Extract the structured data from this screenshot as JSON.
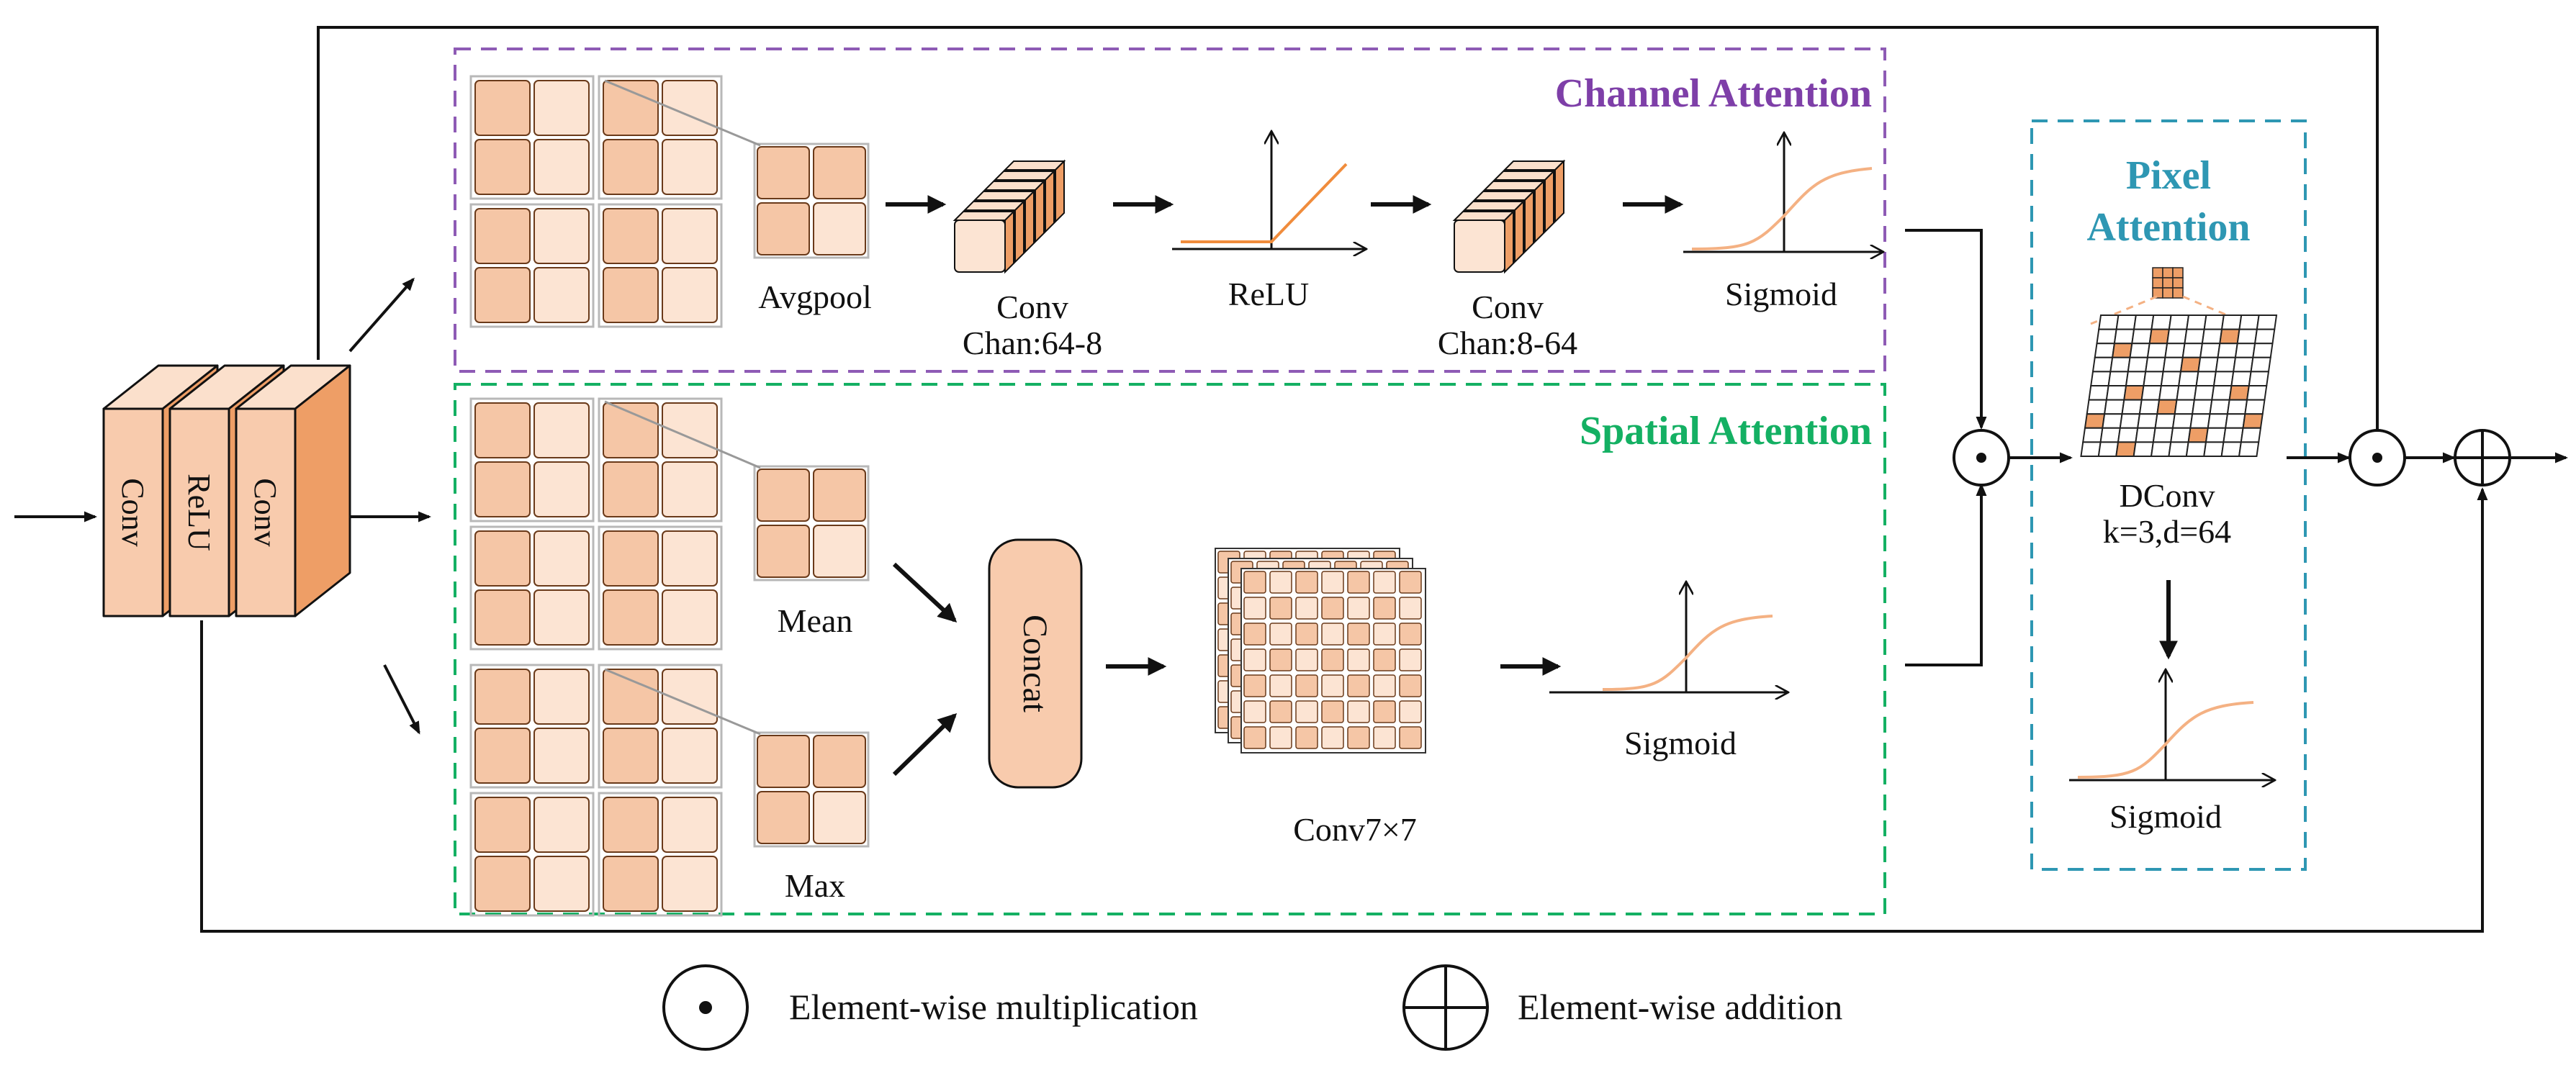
{
  "colors": {
    "cell_dark": "#F5C6A6",
    "cell_light": "#FCE4D3",
    "cell_border": "#6a3a1a",
    "block_front": "#F8CBAD",
    "block_top": "#FBE0CC",
    "block_side": "#EE9E66",
    "channel_accent": "#7E3FA8",
    "spatial_accent": "#14B063",
    "pixel_accent": "#2E97B3",
    "curve": "#F4B183",
    "relu_line": "#F08C3C",
    "line": "#111111"
  },
  "icons": {
    "input_stack": "stacked-3d-blocks",
    "feature_grid": "4x4-cell-grid",
    "pooled_grid": "2x2-cell-grid",
    "activation_plot": "axes-with-curve",
    "multiply": "circle-dot-icon",
    "add": "circle-plus-icon"
  },
  "backbone": {
    "block1": "Conv",
    "block2": "ReLU",
    "block3": "Conv"
  },
  "channel_attention": {
    "title": "Channel Attention",
    "pool_label": "Avgpool",
    "conv1_label": "Conv",
    "conv1_channels": "Chan:64-8",
    "relu_label": "ReLU",
    "conv2_label": "Conv",
    "conv2_channels": "Chan:8-64",
    "sigmoid_label": "Sigmoid"
  },
  "spatial_attention": {
    "title": "Spatial Attention",
    "mean_label": "Mean",
    "max_label": "Max",
    "concat_label": "Concat",
    "conv_label": "Conv7×7",
    "sigmoid_label": "Sigmoid"
  },
  "pixel_attention": {
    "title_line1": "Pixel",
    "title_line2": "Attention",
    "dconv_label": "DConv",
    "dconv_params": "k=3,d=64",
    "sigmoid_label": "Sigmoid"
  },
  "legend": {
    "multiply_label": "Element-wise multiplication",
    "add_label": "Element-wise addition"
  }
}
